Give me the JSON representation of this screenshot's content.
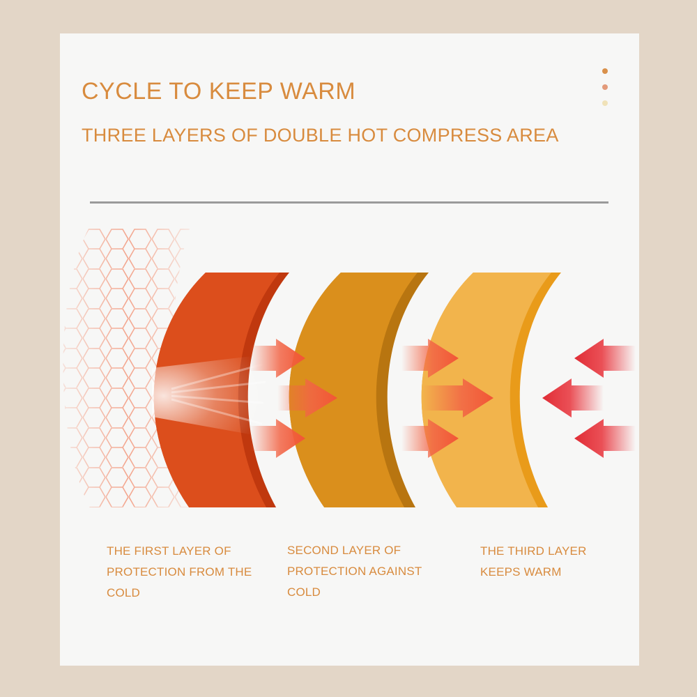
{
  "header": {
    "title": "CYCLE TO KEEP WARM",
    "subtitle": "THREE LAYERS OF DOUBLE HOT COMPRESS AREA"
  },
  "decoration": {
    "dot_colors": [
      "#d9904a",
      "#e39a7a",
      "#f0e2b8"
    ]
  },
  "colors": {
    "accent_text": "#d88b3e",
    "layer_1": "#dc4e1c",
    "layer_2": "#da8f1c",
    "layer_3": "#f2b44c",
    "arrow_warm": "#f26445",
    "arrow_cold": "#e8323a"
  },
  "layers": [
    {
      "caption": "THE FIRST LAYER OF PROTECTION FROM THE COLD"
    },
    {
      "caption": "SECOND LAYER OF PROTECTION AGAINST COLD"
    },
    {
      "caption": "THE THIRD LAYER KEEPS WARM"
    }
  ],
  "icons": [
    "honeycomb-pattern",
    "arrow-right-icon",
    "arrow-left-icon"
  ]
}
